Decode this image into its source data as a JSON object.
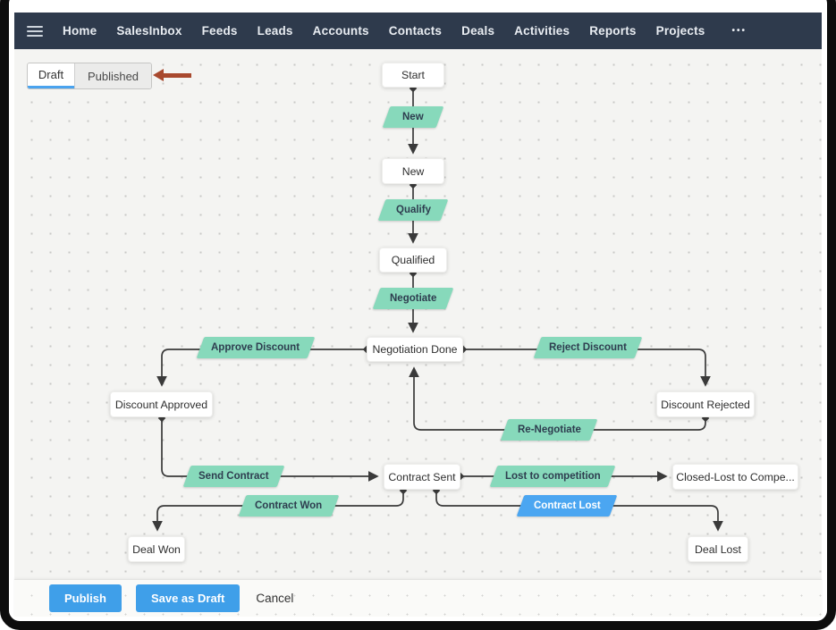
{
  "nav": {
    "items": [
      "Home",
      "SalesInbox",
      "Feeds",
      "Leads",
      "Accounts",
      "Contacts",
      "Deals",
      "Activities",
      "Reports",
      "Projects"
    ],
    "more_label": "•••"
  },
  "tabs": {
    "draft": "Draft",
    "published": "Published"
  },
  "flow": {
    "nodes": {
      "start": "Start",
      "new": "New",
      "qualified": "Qualified",
      "negotiation_done": "Negotiation Done",
      "discount_approved": "Discount Approved",
      "discount_rejected": "Discount Rejected",
      "contract_sent": "Contract Sent",
      "closed_lost": "Closed-Lost to Compe...",
      "deal_won": "Deal Won",
      "deal_lost": "Deal Lost"
    },
    "transitions": {
      "new": "New",
      "qualify": "Qualify",
      "negotiate": "Negotiate",
      "approve_discount": "Approve Discount",
      "reject_discount": "Reject Discount",
      "re_negotiate": "Re-Negotiate",
      "send_contract": "Send Contract",
      "lost_to_competition": "Lost to competition",
      "contract_won": "Contract Won",
      "contract_lost": "Contract Lost"
    }
  },
  "footer": {
    "publish": "Publish",
    "save_as_draft": "Save as Draft",
    "cancel": "Cancel"
  },
  "colors": {
    "navbar": "#2e3a4c",
    "transition_green": "#87d9bb",
    "transition_blue": "#4ba6f1",
    "button_blue": "#3f9fe9",
    "tab_underline": "#4aa3ef",
    "annotation_red": "#a8492e",
    "wire": "#3a3a3a"
  }
}
